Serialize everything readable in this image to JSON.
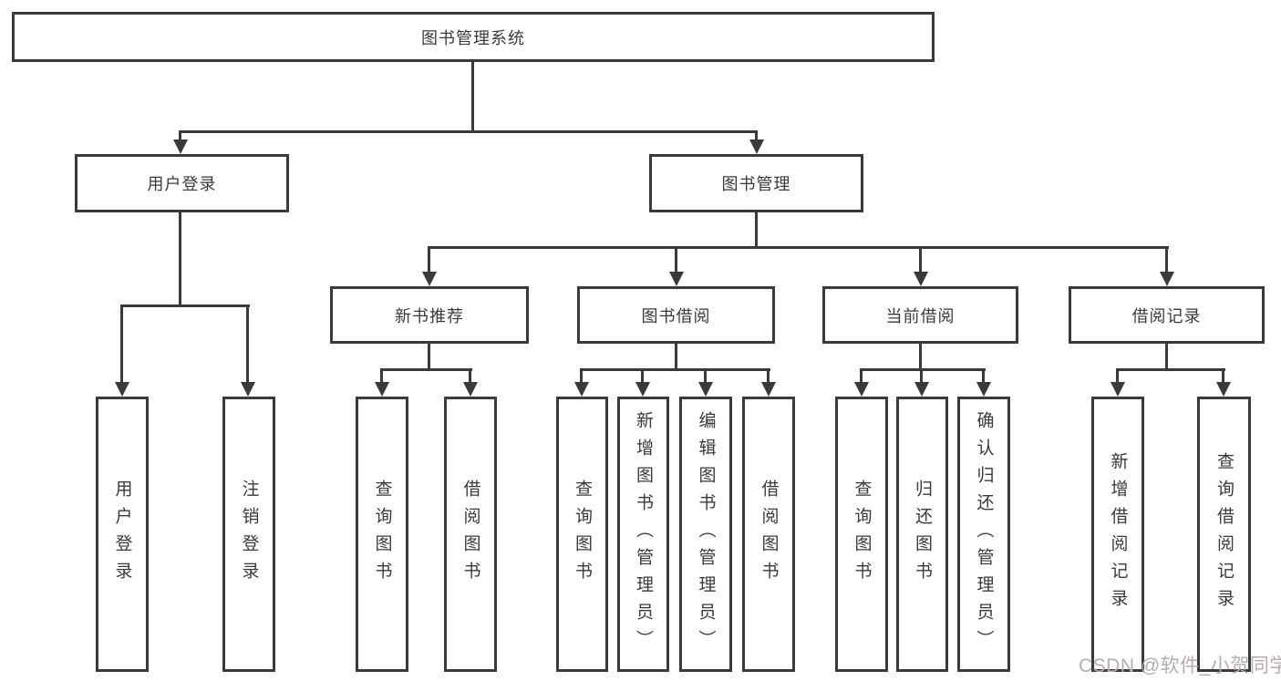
{
  "diagram_title": "图书管理系统",
  "colors": {
    "line": "#3a3a3a",
    "text": "#3a3a3a",
    "box_background": "#ffffff",
    "watermark": "#b5acae"
  },
  "tree": {
    "root": {
      "label": "图书管理系统"
    },
    "level2": [
      {
        "label": "用户登录"
      },
      {
        "label": "图书管理"
      }
    ],
    "level3": [
      {
        "label": "新书推荐"
      },
      {
        "label": "图书借阅"
      },
      {
        "label": "当前借阅"
      },
      {
        "label": "借阅记录"
      }
    ],
    "leaves": {
      "user_login": [
        "用户登录",
        "注销登录"
      ],
      "new_book": [
        "查询图书",
        "借阅图书"
      ],
      "book_borrow": [
        "查询图书",
        "新增图书（管理员）",
        "编辑图书（管理员）",
        "借阅图书"
      ],
      "current_borrow": [
        "查询图书",
        "归还图书",
        "确认归还（管理员）"
      ],
      "borrow_record": [
        "新增借阅记录",
        "查询借阅记录"
      ]
    }
  },
  "watermark": {
    "text": "CSDN @软件_小贺同学"
  }
}
